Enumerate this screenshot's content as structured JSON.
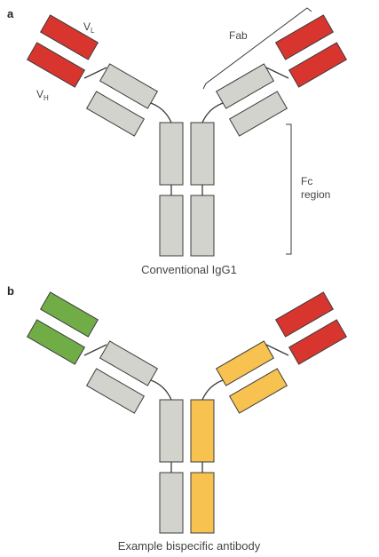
{
  "panel_a": {
    "letter": "a",
    "vl_label_main": "V",
    "vl_label_sub": "L",
    "vh_label_main": "V",
    "vh_label_sub": "H",
    "fab_label": "Fab",
    "fc_label_line1": "Fc",
    "fc_label_line2": "region",
    "caption": "Conventional IgG1"
  },
  "panel_b": {
    "letter": "b",
    "caption": "Example bispecific antibody"
  },
  "colors": {
    "red": "#d9352f",
    "grey": "#d2d3cd",
    "green": "#71ad47",
    "yellow": "#f7c24f",
    "outline": "#3c3c3c"
  }
}
